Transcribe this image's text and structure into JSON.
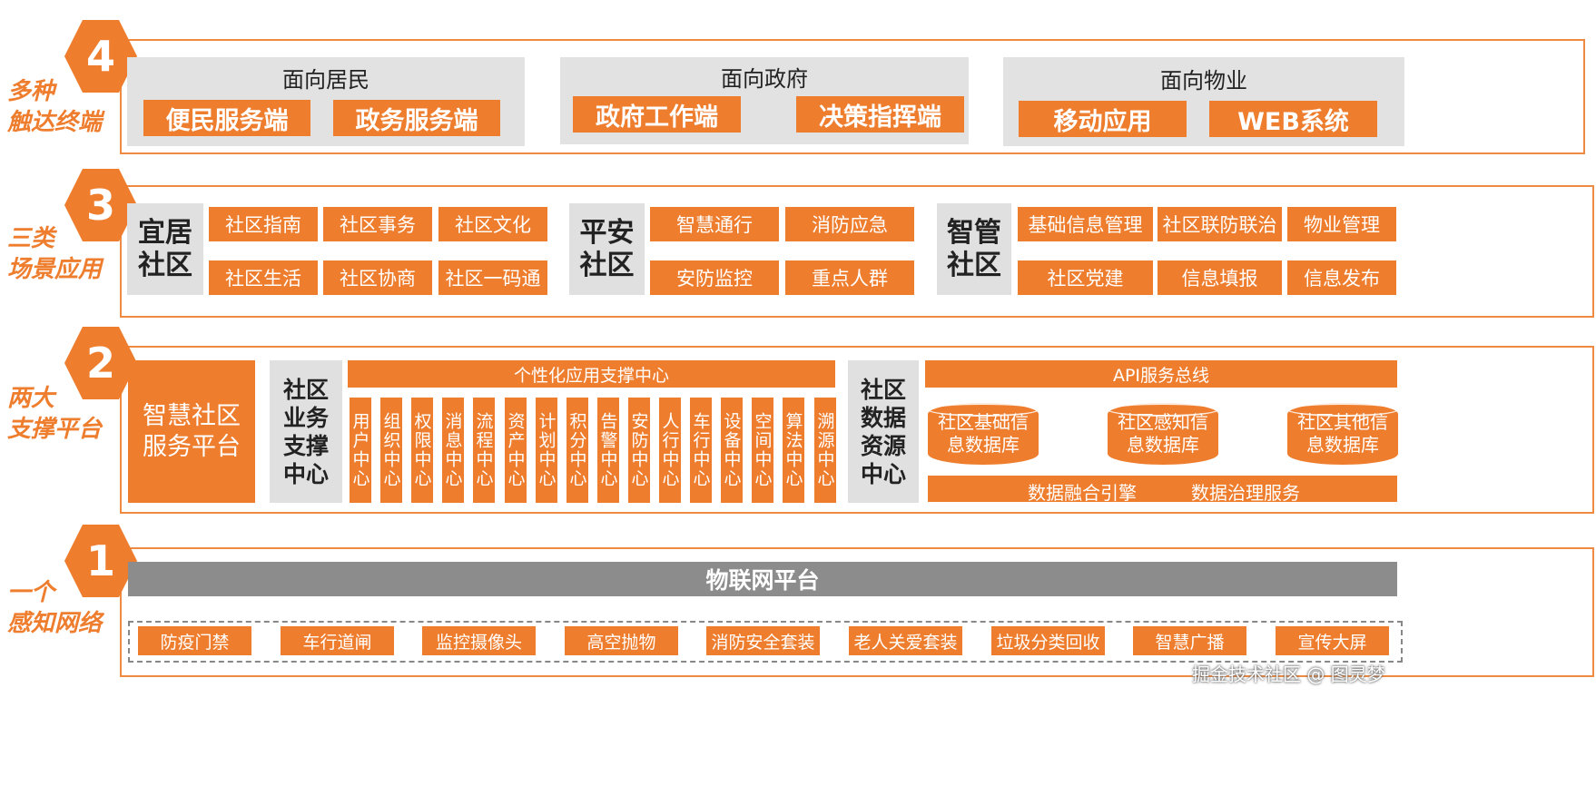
{
  "layers": [
    {
      "num": "4",
      "label_lines": [
        "多种",
        "触达终端"
      ]
    },
    {
      "num": "3",
      "label_lines": [
        "三类",
        "场景应用"
      ]
    },
    {
      "num": "2",
      "label_lines": [
        "两大",
        "支撑平台"
      ]
    },
    {
      "num": "1",
      "label_lines": [
        "一个",
        "感知网络"
      ]
    }
  ],
  "terminals": [
    {
      "title": "面向居民",
      "buttons": [
        "便民服务端",
        "政务服务端"
      ]
    },
    {
      "title": "面向政府",
      "buttons": [
        "政府工作端",
        "决策指挥端"
      ]
    },
    {
      "title": "面向物业",
      "buttons": [
        "移动应用",
        "WEB系统"
      ]
    }
  ],
  "scenes": [
    {
      "category": [
        "宜居",
        "社区"
      ],
      "items": [
        "社区指南",
        "社区事务",
        "社区文化",
        "社区生活",
        "社区协商",
        "社区一码通"
      ]
    },
    {
      "category": [
        "平安",
        "社区"
      ],
      "items": [
        "智慧通行",
        "消防应急",
        "安防监控",
        "重点人群"
      ]
    },
    {
      "category": [
        "智管",
        "社区"
      ],
      "items": [
        "基础信息管理",
        "社区联防联治",
        "物业管理",
        "社区党建",
        "信息填报",
        "信息发布"
      ]
    }
  ],
  "platform": {
    "main_title": [
      "智慧社区",
      "服务平台"
    ],
    "support_center": [
      "社区",
      "业务",
      "支撑",
      "中心"
    ],
    "personalized_header": "个性化应用支撑中心",
    "centers": [
      "用户中心",
      "组织中心",
      "权限中心",
      "消息中心",
      "流程中心",
      "资产中心",
      "计划中心",
      "积分中心",
      "告警中心",
      "安防中心",
      "人行中心",
      "车行中心",
      "设备中心",
      "空间中心",
      "算法中心",
      "溯源中心"
    ],
    "data_center": [
      "社区",
      "数据",
      "资源",
      "中心"
    ],
    "api_bus": "API服务总线",
    "databases": [
      [
        "社区基础信",
        "息数据库"
      ],
      [
        "社区感知信",
        "息数据库"
      ],
      [
        "社区其他信",
        "息数据库"
      ]
    ],
    "data_services": [
      "数据融合引擎",
      "数据治理服务"
    ]
  },
  "iot": {
    "title": "物联网平台",
    "devices": [
      "防疫门禁",
      "车行道闸",
      "监控摄像头",
      "高空抛物",
      "消防安全套装",
      "老人关爱套装",
      "垃圾分类回收",
      "智慧广播",
      "宣传大屏"
    ]
  },
  "watermark": "掘金技术社区 @ 图灵梦",
  "colors": {
    "accent": "#ee7d2e",
    "panel": "#e2e2e2",
    "text": "#222222"
  }
}
